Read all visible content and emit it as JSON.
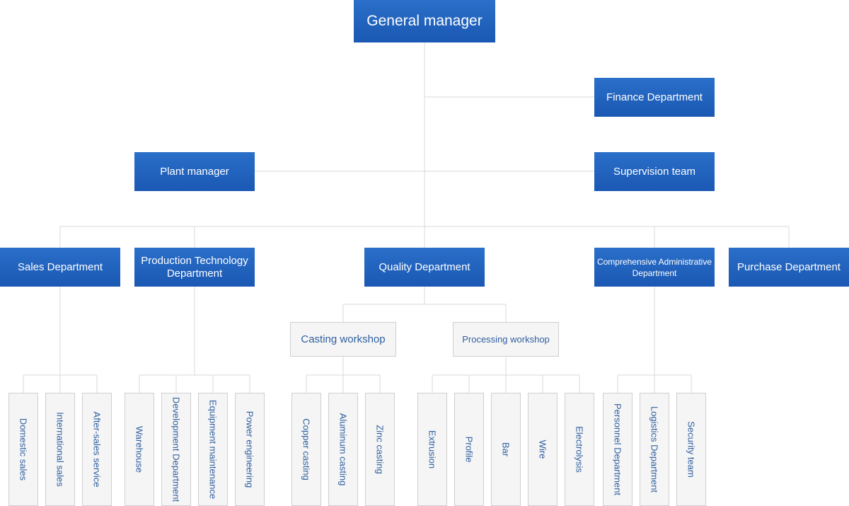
{
  "general_manager": "General manager",
  "finance": "Finance Department",
  "plant_manager": "Plant manager",
  "supervision": "Supervision team",
  "sales": "Sales Department",
  "production_tech": "Production Technology Department",
  "quality": "Quality Department",
  "comprehensive_admin": "Comprehensive Administrative Department",
  "purchase": "Purchase Department",
  "casting_workshop": "Casting workshop",
  "processing_workshop": "Processing workshop",
  "sales_units": [
    "Domestic sales",
    "International sales",
    "After-sales service"
  ],
  "production_units": [
    "Warehouse",
    "Development Department",
    "Equipment maintenance",
    "Power engineering"
  ],
  "casting_units": [
    "Copper casting",
    "Aluminum casting",
    "Zinc casting"
  ],
  "processing_units": [
    "Extrusion",
    "Profile",
    "Bar",
    "Wire",
    "Electrolysis"
  ],
  "admin_units": [
    "Personnel Department",
    "Logistics Department",
    "Security team"
  ],
  "colors": {
    "blue_box": "#1f63bd",
    "gray_text": "#2f5f9f",
    "connector": "#d9d9d9"
  }
}
